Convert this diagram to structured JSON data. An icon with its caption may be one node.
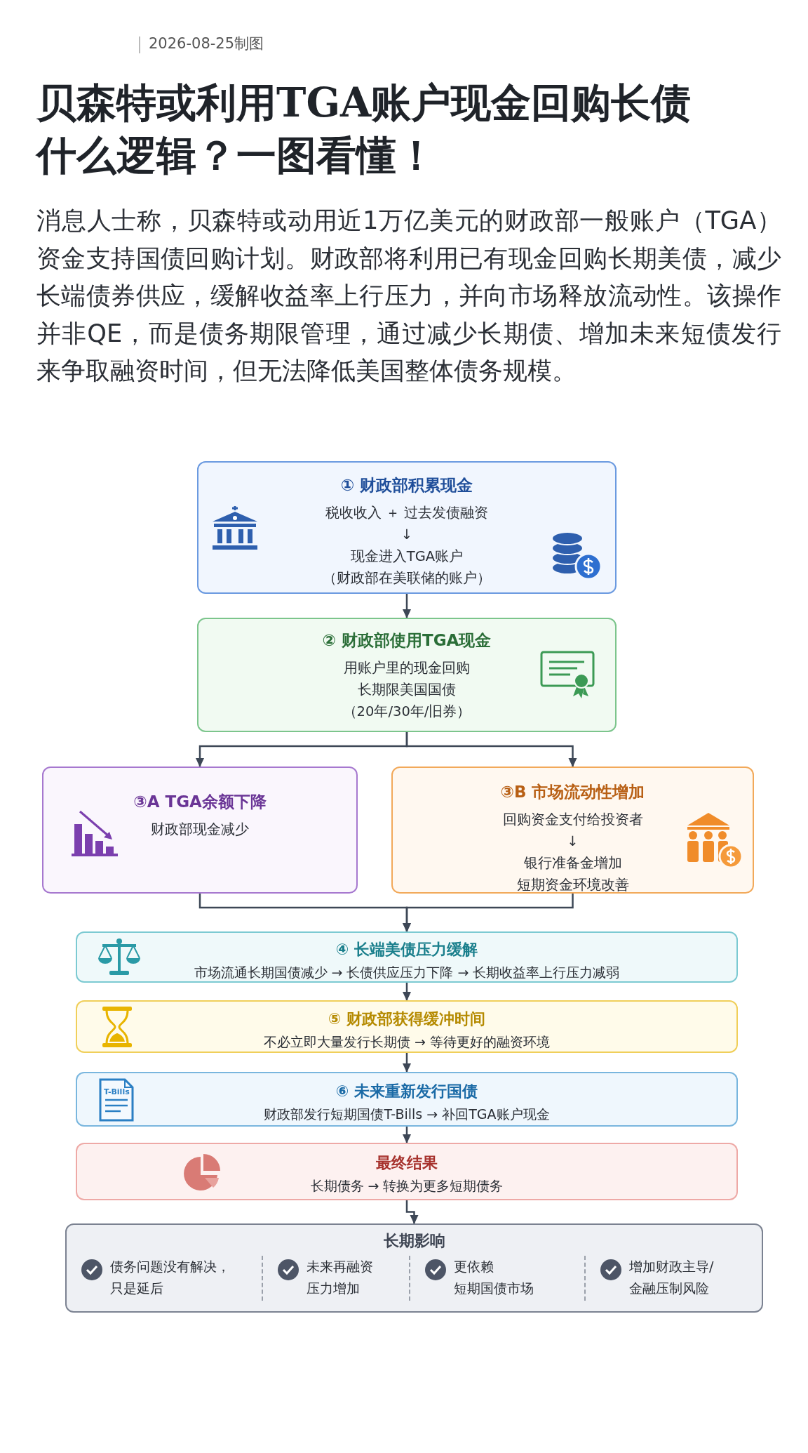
{
  "diagram": {
    "title": "贝森特或利用TGA账户现金回购长债什么逻辑？一图看懂！",
    "nodes": [
      {
        "text": [
          "① 财政部积累现金",
          "税收收入 ＋ 过去发债融资",
          "↓",
          "现金进入TGA账户",
          "（财政部在美联储的账户）"
        ]
      },
      {
        "text": [
          "② 财政部使用TGA现金",
          "用账户里的现金回购长期限美国国债",
          "（20年/30年/旧券）"
        ]
      },
      {
        "text": [
          "③A TGA余额下降",
          "财政部现金减少"
        ]
      },
      {
        "text": [
          "③B 市场流动性增加",
          "回购资金支付给投资者",
          "↓",
          "银行准备金增加短期资金环境改善"
        ]
      },
      {
        "text": [
          "④ 长端美债压力缓解",
          "市场流通长期国债减少 → 长债供应压力下降 → 长期收益率上行压力减弱"
        ]
      },
      {
        "text": [
          "⑤ 财政部获得缓冲时间",
          "不必立即大量发行长期债 → 等待更好的融资环境"
        ]
      },
      {
        "text": [
          "⑥ 未来重新发行国债",
          "财政部发行短期国债T-Bills → 补回TGA账户现金"
        ]
      },
      {
        "text": [
          "最终结果",
          "长期债务 → 转换为更多短期债务"
        ]
      },
      {
        "text": [
          "长期影响",
          "债务问题没有解决，只是延后",
          "未来再融资压力增加",
          "更依赖短期国债市场",
          "增加财政主导/金融压制风险"
        ]
      }
    ],
    "edges": [
      {
        "from": 0,
        "to": 1,
        "arrow": "to"
      },
      {
        "from": 1,
        "to": 2,
        "arrow": "to"
      },
      {
        "from": 1,
        "to": 3,
        "arrow": "to"
      },
      {
        "from": 2,
        "to": 4,
        "arrow": "to"
      },
      {
        "from": 3,
        "to": 4,
        "arrow": "to"
      },
      {
        "from": 4,
        "to": 5,
        "arrow": "to"
      },
      {
        "from": 5,
        "to": 6,
        "arrow": "to"
      },
      {
        "from": 6,
        "to": 7,
        "arrow": "to"
      },
      {
        "from": 7,
        "to": 8,
        "arrow": "to"
      }
    ],
    "labels": [
      "2026-08-25制图",
      "消息人士称，贝森特或动用近1万亿美元的财政部一般账户（TGA）资金支持国债回购计划。财政部将利用已有现金回购长期美债，减少长端债券供应，缓解收益率上行压力，并向市场释放流动性。该操作并非QE，而是债务期限管理，通过减少长期债、增加未来短债发行来争取融资时间，但无法降低美国整体债务规模。",
      "T-Bills"
    ]
  }
}
